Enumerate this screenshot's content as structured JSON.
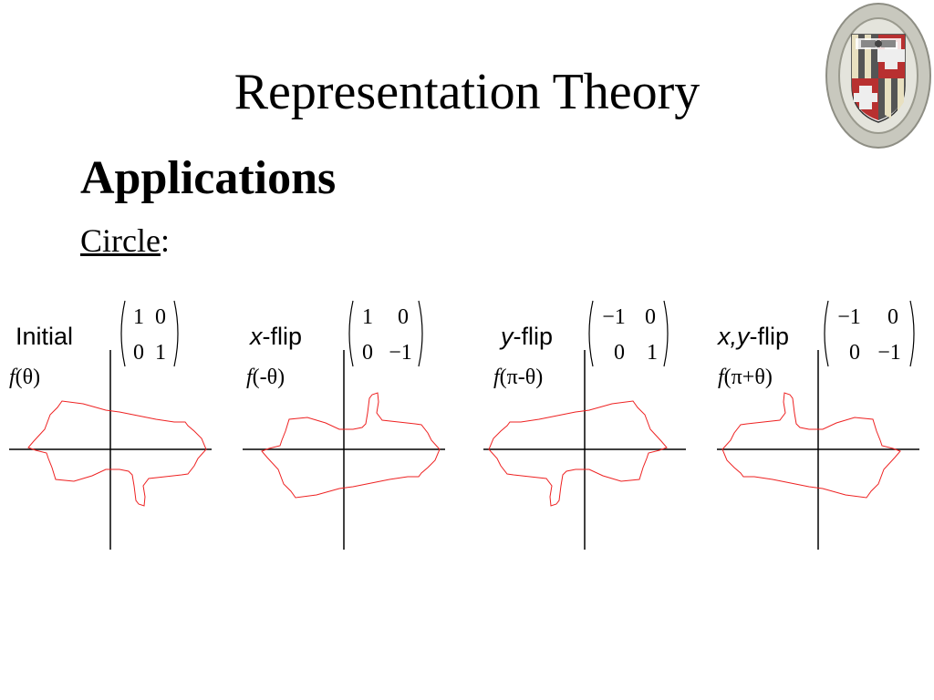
{
  "slide": {
    "title": "Representation Theory",
    "heading": "Applications",
    "subheading_link": "Circle",
    "subheading_colon": ":"
  },
  "panels": [
    {
      "name": "initial",
      "label_italic": "",
      "label_rest": "Initial",
      "func_f": "f",
      "func_arg": "(θ)",
      "matrix": [
        [
          "1",
          "0"
        ],
        [
          "0",
          "1"
        ]
      ]
    },
    {
      "name": "x-flip",
      "label_italic": "x",
      "label_rest": "-flip",
      "func_f": "f",
      "func_arg": "(-θ)",
      "matrix": [
        [
          "1",
          "0"
        ],
        [
          "0",
          "−1"
        ]
      ]
    },
    {
      "name": "y-flip",
      "label_italic": "y",
      "label_rest": "-flip",
      "func_f": "f",
      "func_arg": "(π-θ)",
      "matrix": [
        [
          "−1",
          "0"
        ],
        [
          "0",
          "1"
        ]
      ]
    },
    {
      "name": "xy-flip",
      "label_italic": "x,y",
      "label_rest": "-flip",
      "func_f": "f",
      "func_arg": "(π+θ)",
      "matrix": [
        [
          "−1",
          "0"
        ],
        [
          "0",
          "−1"
        ]
      ]
    }
  ],
  "colors": {
    "curve": "#ee2222",
    "axis": "#000000",
    "seal_outer": "#c8c8be",
    "seal_ring": "#9a9a8e"
  },
  "icons": {
    "seal": "university-seal-icon"
  }
}
